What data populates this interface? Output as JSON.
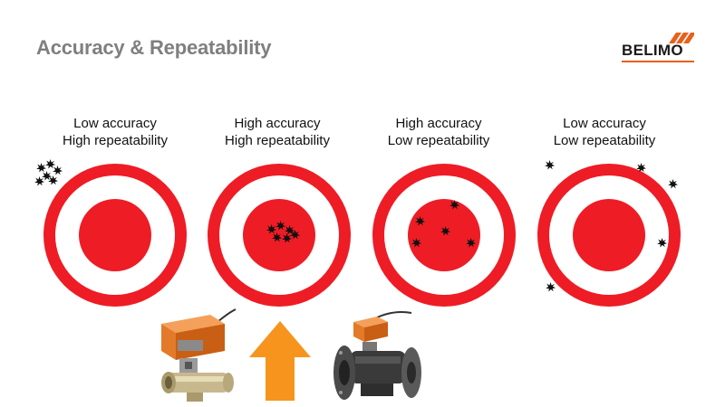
{
  "slide": {
    "title": "Accuracy & Repeatability"
  },
  "logo": {
    "text": "BELIMO",
    "accent_color": "#e8601c"
  },
  "colors": {
    "target_red": "#ee1c25",
    "ring_white": "#ffffff",
    "mark": "#111111",
    "arrow": "#f7941d"
  },
  "targets": [
    {
      "line1": "Low accuracy",
      "line2": "High repeatability"
    },
    {
      "line1": "High accuracy",
      "line2": "High repeatability"
    },
    {
      "line1": "High accuracy",
      "line2": "Low repeatability"
    },
    {
      "line1": "Low accuracy",
      "line2": "Low repeatability"
    }
  ],
  "icons": [
    "valve-actuator-image",
    "arrow-up-icon",
    "flanged-valve-actuator-image"
  ]
}
